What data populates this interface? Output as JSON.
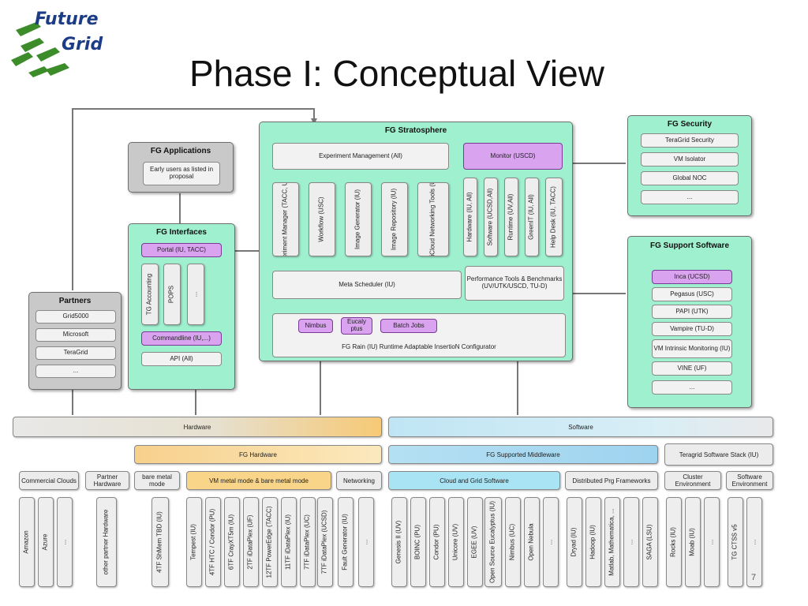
{
  "title": "Phase I: Conceptual View",
  "logo": {
    "line1": "Future",
    "line2": "Grid"
  },
  "page_number": "7",
  "stratosphere": {
    "title": "FG Stratosphere",
    "experiment_management": "Experiment Management (All)",
    "monitor": "Monitor (USCD)",
    "tools": [
      "Experiment Manager (TACC, USC)",
      "Workflow (USC)",
      "Image Generator (IU)",
      "Image Repository (IU)",
      "MultiCloud Networking Tools (UFL)"
    ],
    "monitors": [
      "Hardware (IU, All)",
      "Software (UCSD,All)",
      "Runtime (UV,All)",
      "GreenIT (IU, All)",
      "Help Desk (IU, TACC)"
    ],
    "meta_scheduler": "Meta Scheduler (IU)",
    "perf_tools": "Performance Tools & Benchmarks (UV/UTK/USCD, TU-D)",
    "rain": {
      "nimbus": "Nimbus",
      "eucalyptus": "Eucaly ptus",
      "batch": "Batch Jobs",
      "label": "FG Rain (IU) Runtime Adaptable InsertioN Configurator"
    }
  },
  "applications": {
    "title": "FG Applications",
    "item": "Early users as listed in proposal"
  },
  "interfaces": {
    "title": "FG Interfaces",
    "portal": "Portal (IU, TACC)",
    "vitems": [
      "TG Accounting",
      "POPS",
      "..."
    ],
    "commandline": "Commandline (IU,...)",
    "api": "API (All)"
  },
  "partners": {
    "title": "Partners",
    "items": [
      "Grid5000",
      "Microsoft",
      "TeraGrid",
      "..."
    ]
  },
  "security": {
    "title": "FG Security",
    "items": [
      "TeraGrid Security",
      "VM Isolator",
      "Global NOC",
      "..."
    ]
  },
  "support": {
    "title": "FG Support Software",
    "items": [
      "Inca (UCSD)",
      "Pegasus (USC)",
      "PAPI (UTK)",
      "Vampire (TU-D)",
      "VM Intrinsic Monitoring (IU)",
      "VINE (UF)",
      "..."
    ]
  },
  "layers": {
    "hardware": "Hardware",
    "software": "Software",
    "fg_hardware": "FG Hardware",
    "fg_middleware": "FG Supported Middleware",
    "teragrid_stack": "Teragrid Software Stack (IU)"
  },
  "categories": {
    "commercial": "Commercial Clouds",
    "partner_hw": "Partner Hardware",
    "bare_metal": "bare metal mode",
    "vm_metal": "VM metal mode & bare metal mode",
    "networking": "Networking",
    "cloud_grid": "Cloud and Grid Software",
    "distributed": "Distributed Prg Frameworks",
    "cluster": "Cluster Environment",
    "software_env": "Software Environment"
  },
  "columns": {
    "commercial": [
      "Amazon",
      "Azure",
      "..."
    ],
    "partner_hw": [
      "other partner Hardware"
    ],
    "bare_metal": [
      "4TF ShMem TBD (IU)"
    ],
    "vm_gray": [
      "Tempest (IU)",
      "4TF HTC / Condor (PU)"
    ],
    "vm_orange": [
      "6TF CrayXT5m (IU)",
      "2TF iDataPlex (UF)",
      "12TF PowerEdge (TACC)",
      "11TF iDataPlex (IU)",
      "7TF iDataPlex (UC)",
      "7TF iDataPlex (UCSD)"
    ],
    "networking": [
      "Fault Generator (IU)",
      "..."
    ],
    "cloud_gray1": [
      "Genesis II (UV)",
      "BOINC (PU)",
      "Condor (PU)",
      "Unicore (UV)",
      "EGEE (UV)"
    ],
    "cloud_blue": [
      "Open Source Eucalyptus (IU)",
      "Nimbus (UC)"
    ],
    "cloud_gray2": [
      "Open Nebula",
      "..."
    ],
    "distributed": [
      "Dryad (IU)",
      "Hadoop (IU)",
      "Matlab, Mathematica, ...",
      "...",
      "SAGA (LSU)"
    ],
    "cluster_gray": [
      "Rocks (IU)"
    ],
    "cluster_blue": [
      "Moab (IU)"
    ],
    "cluster_gray2": [
      "..."
    ],
    "software_env": [
      "TG CTSS v5",
      "..."
    ]
  }
}
